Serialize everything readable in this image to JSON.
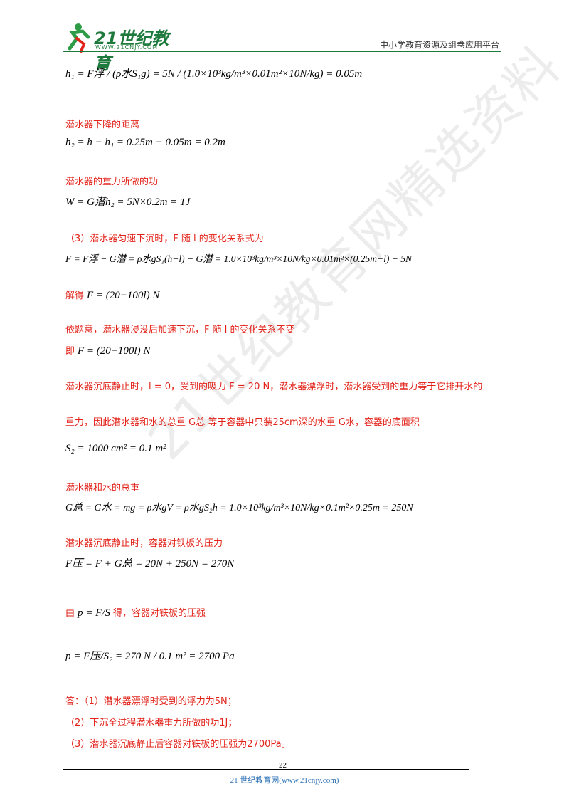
{
  "header": {
    "logo_text": "21世纪教育",
    "logo_url": "WWW.21CNJY.COM",
    "platform": "中小学教育资源及组卷应用平台"
  },
  "body": {
    "l_eq_h1": "h₁ = F浮 / (ρ水S₁g) = 5N / (1.0×10³kg/m³×0.01m²×10N/kg) = 0.05m",
    "l_descent": "潜水器下降的距离",
    "l_eq_h2": "h₂ = h − h₁ = 0.25m − 0.05m = 0.2m",
    "l_work": "潜水器的重力所做的功",
    "l_eq_w": "W = G潜h₂ = 5N×0.2m = 1J",
    "l_part3": "（3）潜水器匀速下沉时，F 随 l 的变化关系式为",
    "l_eq_f": "F = F浮 − G潜 = ρ水gS₁(h−l) − G潜 = 1.0×10³kg/m³×10N/kg×0.01m²×(0.25m−l) − 5N",
    "l_solve_pre": "解得",
    "l_solve_eq": "F = (20−100l) N",
    "l_accel": "依题意，潜水器浸没后加速下沉，F 随 l 的变化关系不变",
    "l_ji_pre": "即",
    "l_ji_eq": "F = (20−100l) N",
    "l_bottom1": "潜水器沉底静止时，l = 0，受到的吸力 F = 20 N，潜水器漂浮时，潜水器受到的重力等于它排开水的",
    "l_bottom2": "重力，因此潜水器和水的总重 G总 等于容器中只装25cm深的水重 G水，容器的底面积",
    "l_eq_s2": "S₂ = 1000 cm² = 0.1 m²",
    "l_total": "潜水器和水的总重",
    "l_eq_gtotal": "G总 = G水 = mg = ρ水gV = ρ水gS₂h = 1.0×10³kg/m³×10N/kg×0.1m²×0.25m = 250N",
    "l_pressure_force": "潜水器沉底静止时，容器对铁板的压力",
    "l_eq_fpress": "F压 = F + G总 = 20N + 250N = 270N",
    "l_by_pre": "由",
    "l_by_eq": "p = F/S",
    "l_by_post": "得，容器对铁板的压强",
    "l_eq_p": "p = F压/S₂ = 270 N / 0.1 m² = 2700 Pa",
    "a1": "答：（1）潜水器漂浮时受到的浮力为5N；",
    "a2": "（2）下沉全过程潜水器重力所做的功1J；",
    "a3": "（3）潜水器沉底静止后容器对铁板的压强为2700Pa。"
  },
  "watermark": "21世纪教育网精选资料",
  "footer": {
    "page_number": "22",
    "site": "21 世纪教育网(www.21cnjy.com)"
  },
  "colors": {
    "answer_red": "#e2231a",
    "header_green": "#1e7a3c",
    "footer_blue": "#2b6fb5"
  }
}
